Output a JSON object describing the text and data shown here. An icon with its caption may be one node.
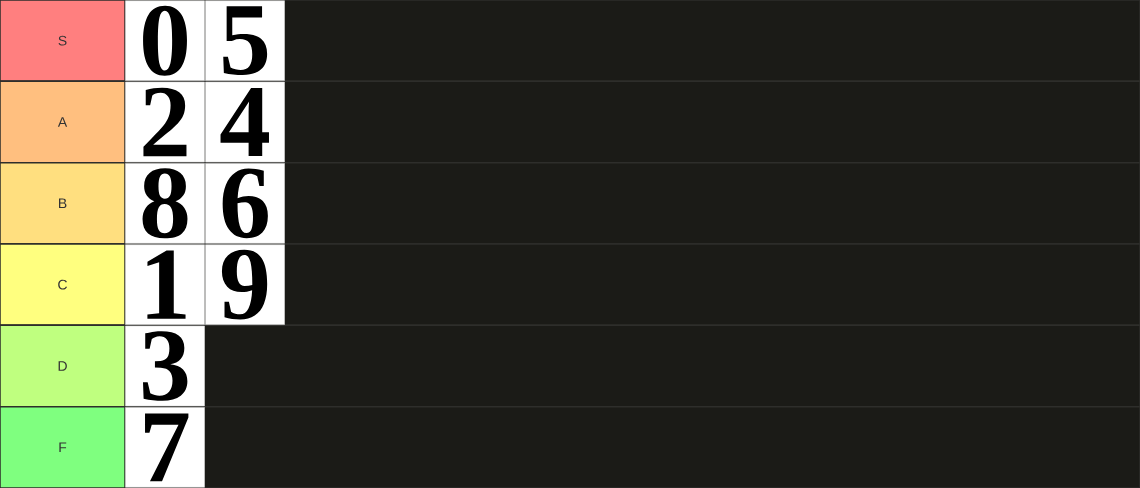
{
  "diagram": {
    "nodes": [
      {
        "text": [
          "S"
        ]
      },
      {
        "text": [
          "0"
        ],
        "in": 0
      },
      {
        "text": [
          "5"
        ],
        "in": 0
      },
      {
        "text": [
          "A"
        ]
      },
      {
        "text": [
          "2"
        ],
        "in": 3
      },
      {
        "text": [
          "4"
        ],
        "in": 3
      },
      {
        "text": [
          "B"
        ]
      },
      {
        "text": [
          "8"
        ],
        "in": 6
      },
      {
        "text": [
          "6"
        ],
        "in": 6
      },
      {
        "text": [
          "C"
        ]
      },
      {
        "text": [
          "1"
        ],
        "in": 9
      },
      {
        "text": [
          "9"
        ],
        "in": 9
      },
      {
        "text": [
          "D"
        ]
      },
      {
        "text": [
          "3"
        ],
        "in": 12
      },
      {
        "text": [
          "F"
        ]
      },
      {
        "text": [
          "7"
        ],
        "in": 14
      }
    ]
  }
}
